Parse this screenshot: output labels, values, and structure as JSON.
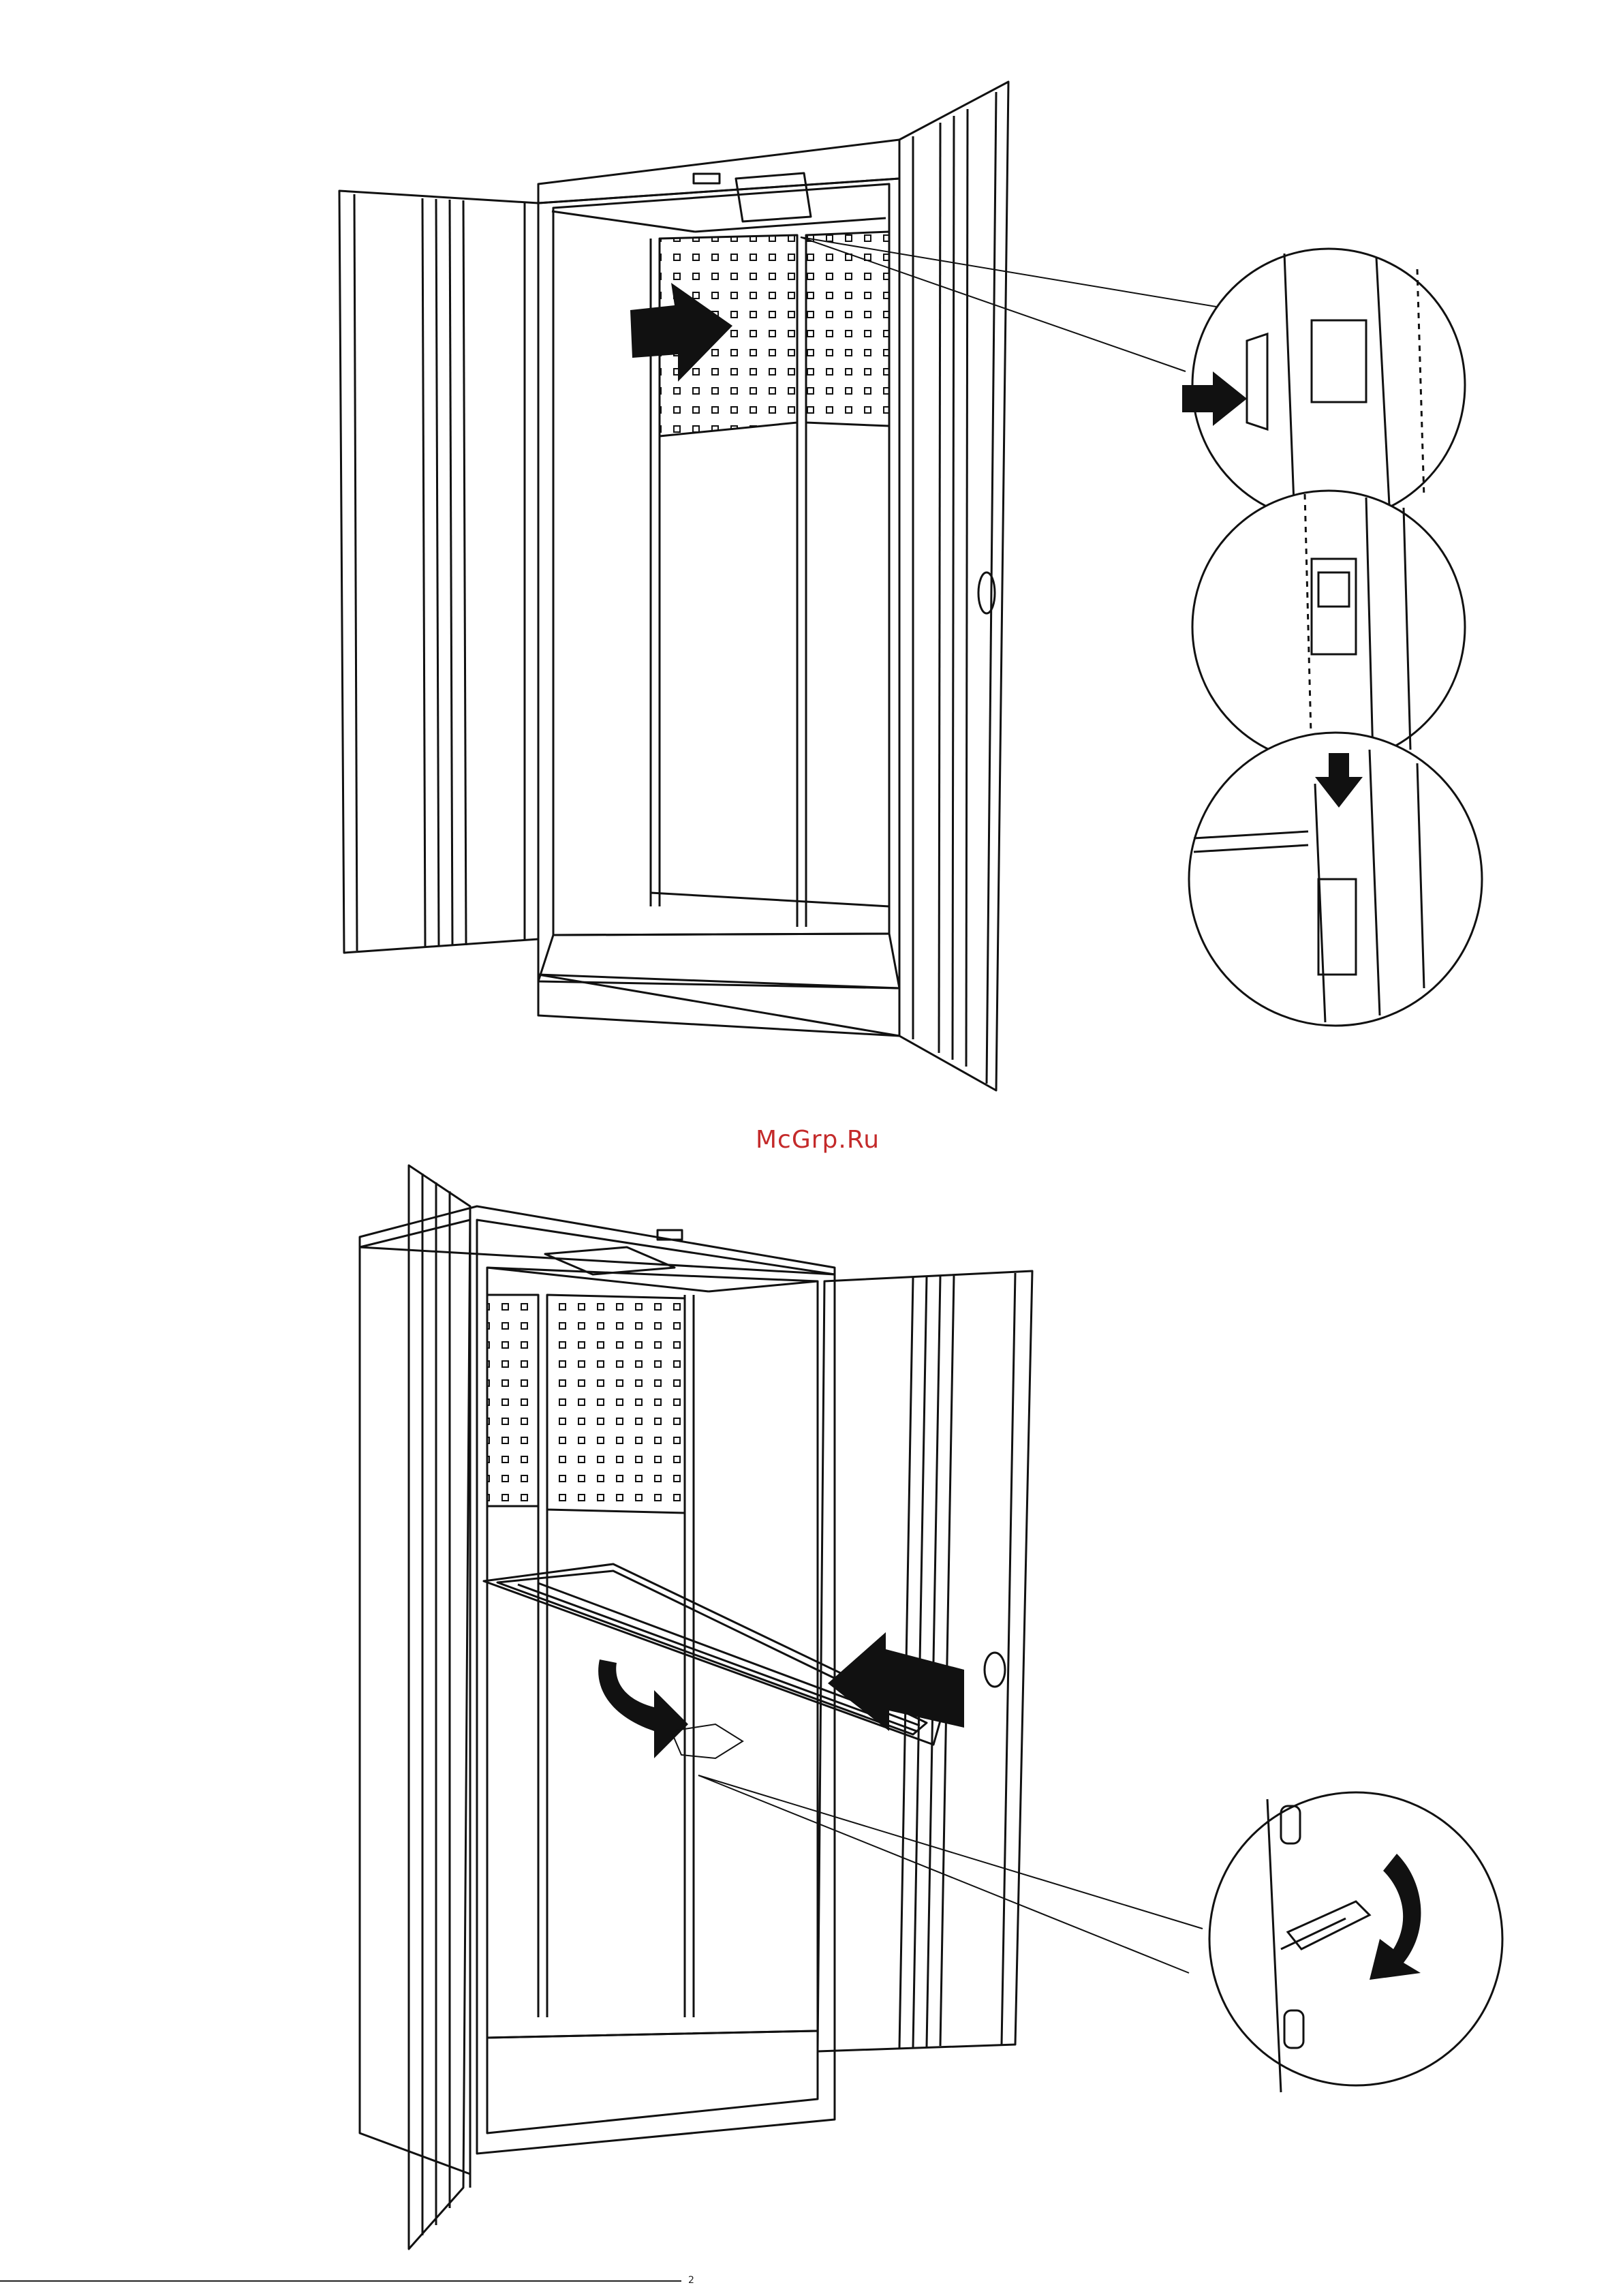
{
  "watermark": "McGrp.Ru",
  "footer_mark": "2",
  "colors": {
    "ink": "#111111",
    "watermark": "#c42a2a",
    "paper": "#ffffff"
  },
  "figures": [
    {
      "id": "figure-1",
      "subject": "cabinet-open-doors-perforated-panel-install",
      "detail_views": 3
    },
    {
      "id": "figure-2",
      "subject": "cabinet-shelf-install",
      "detail_views": 1
    }
  ]
}
